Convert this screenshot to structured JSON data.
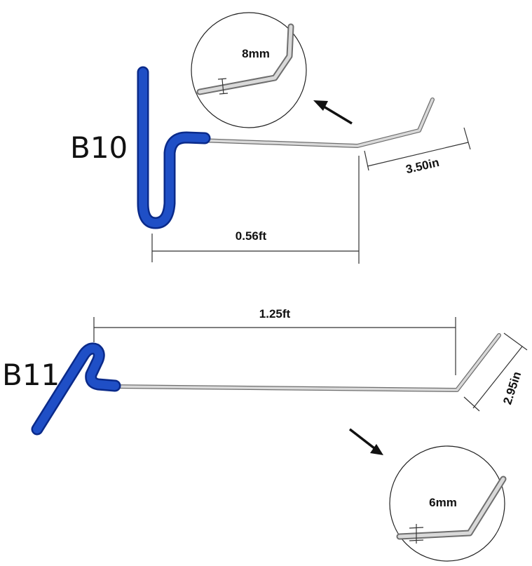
{
  "tools": [
    {
      "model": "B10",
      "length_label": "0.56ft",
      "tip_label": "3.50in",
      "diameter_label": "8mm"
    },
    {
      "model": "B11",
      "length_label": "1.25ft",
      "tip_label": "2.95in",
      "diameter_label": "6mm"
    }
  ],
  "colors": {
    "grip": "#1f4fc6",
    "rod": "#c8c8c8",
    "background": "#ffffff"
  },
  "icons": [
    "arrow-icon",
    "magnifier-circle"
  ]
}
